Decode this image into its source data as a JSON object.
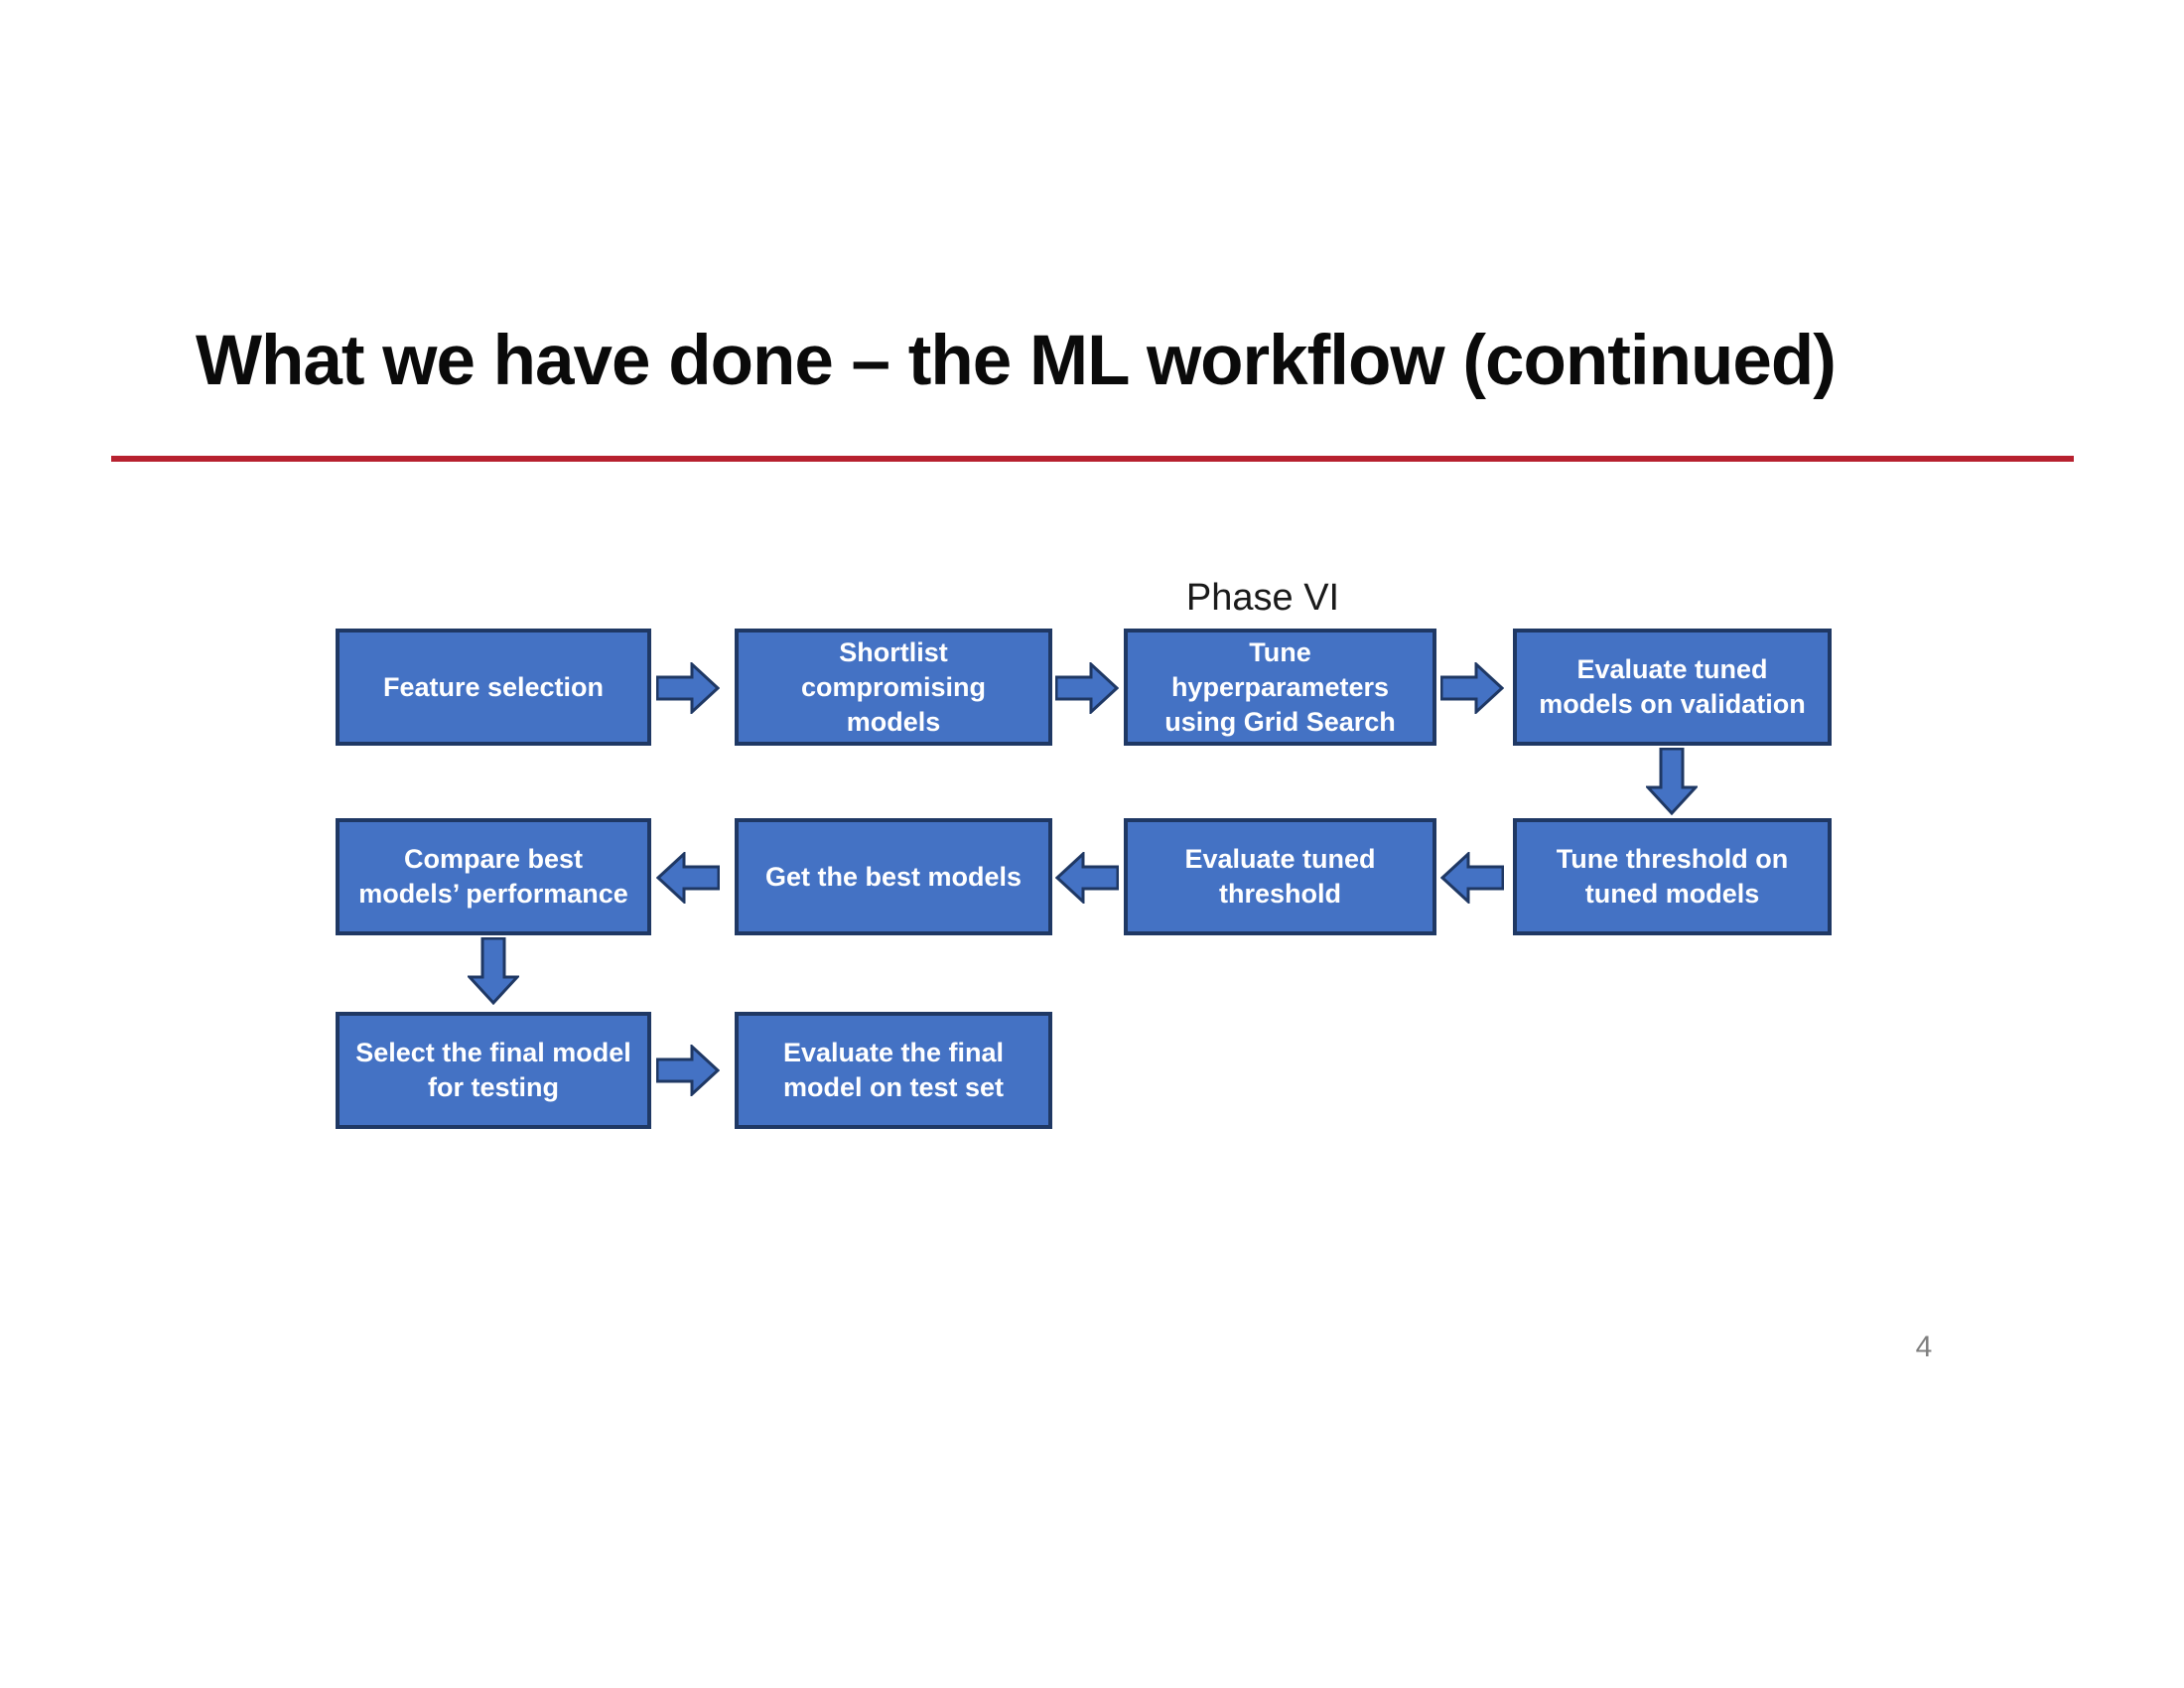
{
  "slide": {
    "title": "What we have done – the ML workflow (continued)",
    "page_number": "4"
  },
  "colors": {
    "box_fill": "#4472C4",
    "box_border": "#1F3864",
    "box_text": "#FFFFFF",
    "divider": "#B7212F",
    "title_text": "#0A0A0A",
    "phase_text": "#1A1A1A",
    "page_number": "#7F7F7F"
  },
  "flowchart": {
    "phase_label": "Phase VI",
    "boxes": [
      {
        "id": "feature-selection",
        "label": "Feature selection"
      },
      {
        "id": "shortlist-models",
        "label": "Shortlist\ncompromising\nmodels"
      },
      {
        "id": "tune-hyperparameters",
        "label": "Tune\nhyperparameters\nusing Grid Search"
      },
      {
        "id": "evaluate-tuned-models",
        "label": "Evaluate tuned\nmodels on validation"
      },
      {
        "id": "tune-threshold",
        "label": "Tune threshold on\ntuned models"
      },
      {
        "id": "evaluate-tuned-threshold",
        "label": "Evaluate tuned\nthreshold"
      },
      {
        "id": "get-best-models",
        "label": "Get the best models"
      },
      {
        "id": "compare-best-models",
        "label": "Compare best\nmodels’ performance"
      },
      {
        "id": "select-final-model",
        "label": "Select the final model\nfor testing"
      },
      {
        "id": "evaluate-final-model",
        "label": "Evaluate the final\nmodel on test set"
      }
    ],
    "connections": [
      {
        "from": 0,
        "to": 1,
        "direction": "right"
      },
      {
        "from": 1,
        "to": 2,
        "direction": "right"
      },
      {
        "from": 2,
        "to": 3,
        "direction": "right"
      },
      {
        "from": 3,
        "to": 4,
        "direction": "down"
      },
      {
        "from": 4,
        "to": 5,
        "direction": "left"
      },
      {
        "from": 5,
        "to": 6,
        "direction": "left"
      },
      {
        "from": 6,
        "to": 7,
        "direction": "left"
      },
      {
        "from": 7,
        "to": 8,
        "direction": "down"
      },
      {
        "from": 8,
        "to": 9,
        "direction": "right"
      }
    ]
  }
}
